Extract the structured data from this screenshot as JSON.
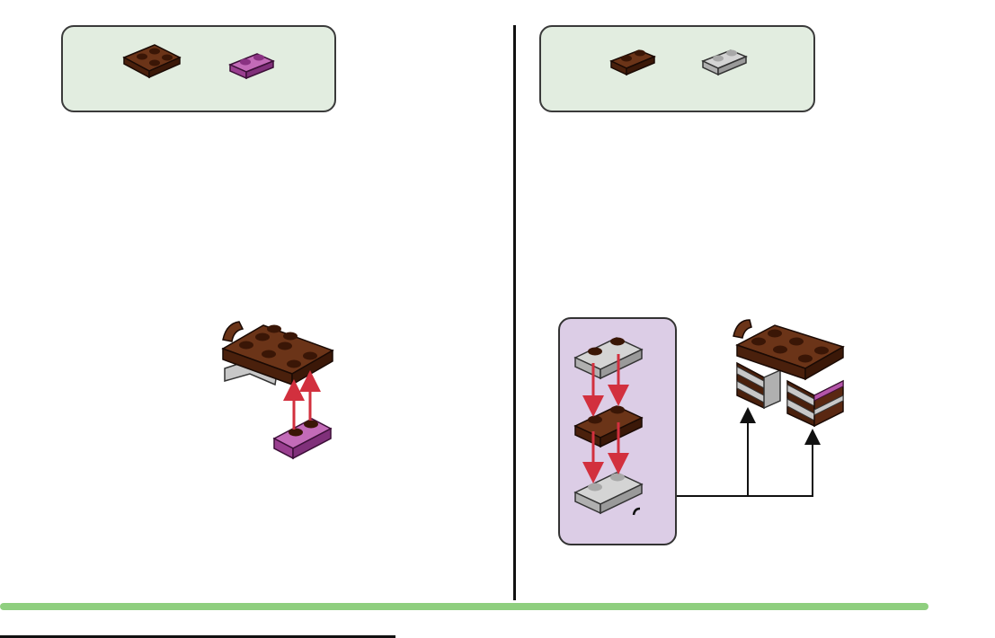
{
  "steps": [
    {
      "parts_panel": {
        "background": "#e2ede0"
      },
      "parts": [
        {
          "name": "brown-plate-2x2",
          "color": "#5e2a12"
        },
        {
          "name": "magenta-plate-1x2",
          "color": "#b455a8"
        }
      ]
    },
    {
      "parts_panel": {
        "background": "#e2ede0"
      },
      "parts": [
        {
          "name": "brown-plate-1x2",
          "color": "#5e2a12"
        },
        {
          "name": "gray-plate-1x2",
          "color": "#c4c4c4"
        }
      ]
    }
  ],
  "subassembly_panel": {
    "background": "#dccde6"
  },
  "colors": {
    "accent_green": "#8fcf7f",
    "arrow_red": "#d2303e",
    "arrow_black": "#111111",
    "brown": "#5e2a12",
    "magenta": "#b455a8",
    "gray": "#c4c4c4"
  },
  "icons": [
    "down-arrow-icon",
    "up-arrow-icon",
    "connector-arrow-icon",
    "rotate-icon"
  ]
}
